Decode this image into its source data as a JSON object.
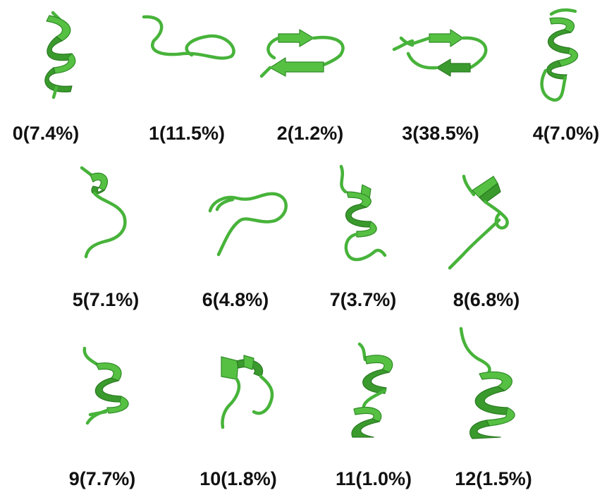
{
  "figure": {
    "clusters": [
      {
        "id": "0",
        "label": "0(7.4%)",
        "cluster": 0,
        "percent": 7.4,
        "shape": "helix"
      },
      {
        "id": "1",
        "label": "1(11.5%)",
        "cluster": 1,
        "percent": 11.5,
        "shape": "loop"
      },
      {
        "id": "2",
        "label": "2(1.2%)",
        "cluster": 2,
        "percent": 1.2,
        "shape": "hairpin"
      },
      {
        "id": "3",
        "label": "3(38.5%)",
        "cluster": 3,
        "percent": 38.5,
        "shape": "hairpin"
      },
      {
        "id": "4",
        "label": "4(7.0%)",
        "cluster": 4,
        "percent": 7.0,
        "shape": "helix"
      },
      {
        "id": "5",
        "label": "5(7.1%)",
        "cluster": 5,
        "percent": 7.1,
        "shape": "turn-coil"
      },
      {
        "id": "6",
        "label": "6(4.8%)",
        "cluster": 6,
        "percent": 4.8,
        "shape": "loop"
      },
      {
        "id": "7",
        "label": "7(3.7%)",
        "cluster": 7,
        "percent": 3.7,
        "shape": "helix"
      },
      {
        "id": "8",
        "label": "8(6.8%)",
        "cluster": 8,
        "percent": 6.8,
        "shape": "turn-coil"
      },
      {
        "id": "9",
        "label": "9(7.7%)",
        "cluster": 9,
        "percent": 7.7,
        "shape": "helix"
      },
      {
        "id": "10",
        "label": "10(1.8%)",
        "cluster": 10,
        "percent": 1.8,
        "shape": "turn-coil"
      },
      {
        "id": "11",
        "label": "11(1.0%)",
        "cluster": 11,
        "percent": 1.0,
        "shape": "helix"
      },
      {
        "id": "12",
        "label": "12(1.5%)",
        "cluster": 12,
        "percent": 1.5,
        "shape": "helix"
      }
    ],
    "colors": {
      "ribbon": "#56c043",
      "ribbon_shade": "#3a9a2d",
      "coil": "#47b33a",
      "label_text": "#111111",
      "background": "#ffffff"
    }
  }
}
